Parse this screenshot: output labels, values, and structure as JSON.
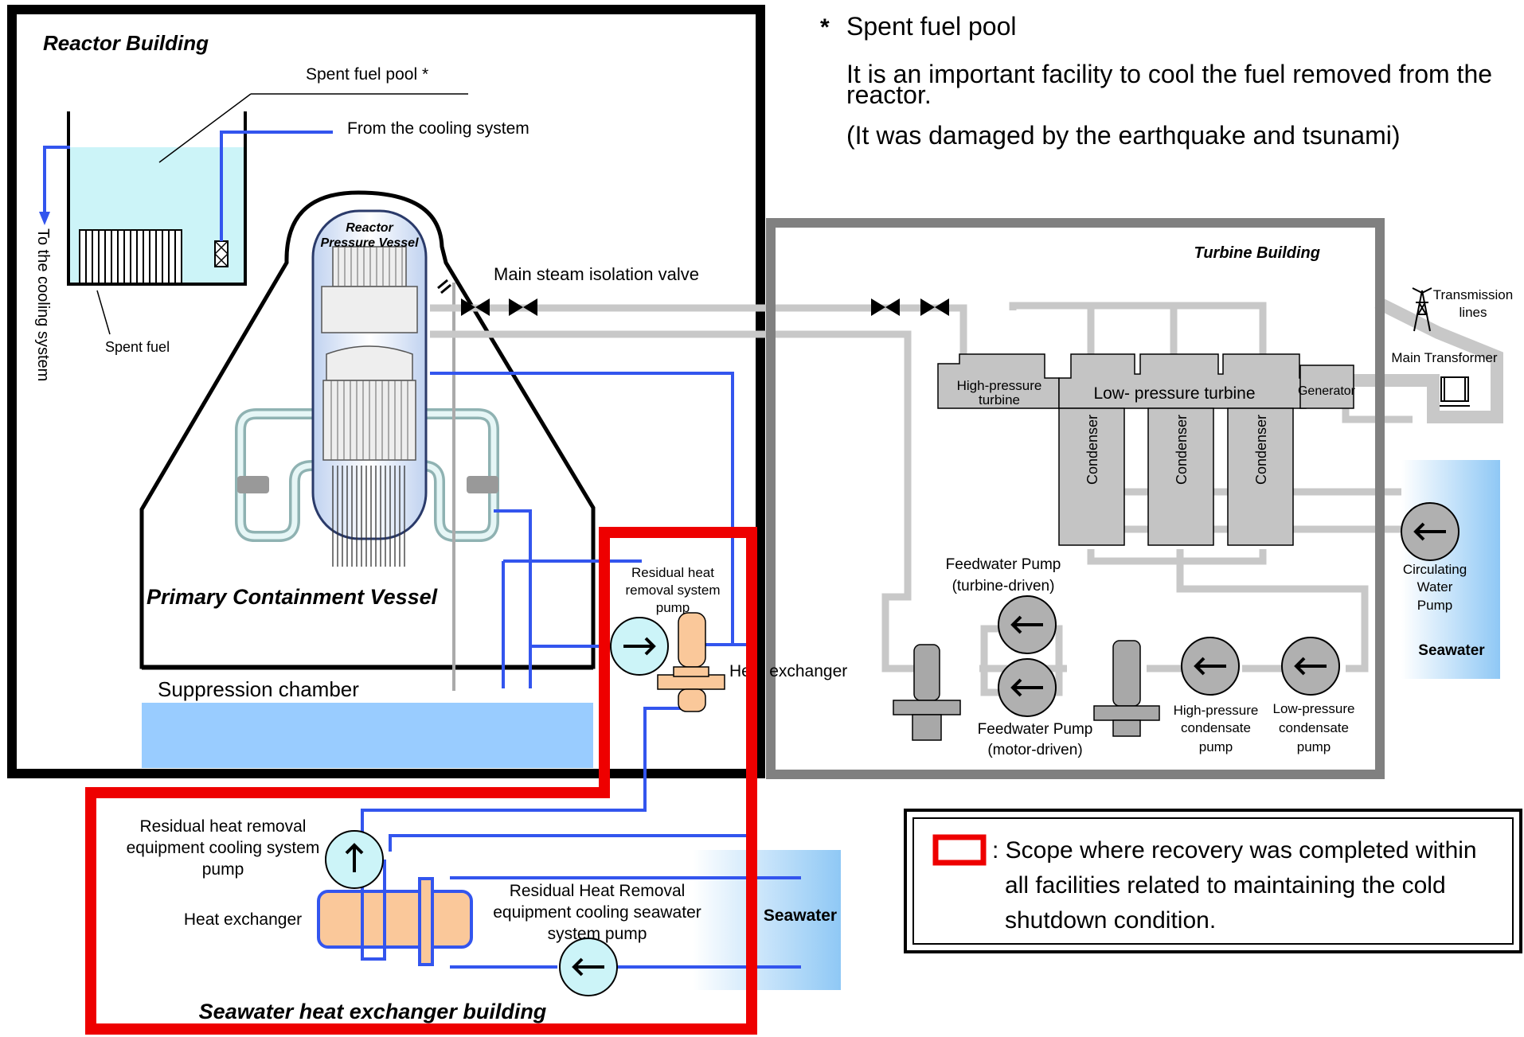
{
  "buildings": {
    "reactor_building": "Reactor Building",
    "turbine_building": "Turbine Building",
    "seawater_building": "Seawater heat exchanger building"
  },
  "spent_fuel": {
    "pool_label": "Spent fuel pool *",
    "fuel_label": "Spent fuel",
    "from_cooling": "From the cooling system",
    "to_cooling": "To the cooling system"
  },
  "reactor": {
    "rpv_line1": "Reactor",
    "rpv_line2": "Pressure Vessel",
    "pcv": "Primary Containment Vessel",
    "suppression": "Suppression chamber",
    "msiv": "Main steam isolation valve",
    "rhr_pump": [
      "Residual heat",
      "removal system",
      "pump"
    ],
    "heat_exchanger": "Heat exchanger"
  },
  "seawater_building_parts": {
    "cooling_pump": [
      "Residual heat removal",
      "equipment cooling system",
      "pump"
    ],
    "heat_exchanger": "Heat exchanger",
    "seawater_pump": [
      "Residual Heat Removal",
      "equipment cooling seawater",
      "system pump"
    ],
    "seawater": "Seawater"
  },
  "turbine": {
    "hp_turbine": [
      "High-pressure",
      "turbine"
    ],
    "lp_turbine": "Low- pressure turbine",
    "generator": "Generator",
    "condenser": "Condenser",
    "fw_turbine": [
      "Feedwater Pump",
      "(turbine-driven)"
    ],
    "fw_motor": [
      "Feedwater Pump",
      "(motor-driven)"
    ],
    "hp_condensate": [
      "High-pressure",
      "condensate",
      "pump"
    ],
    "lp_condensate": [
      "Low-pressure",
      "condensate",
      "pump"
    ],
    "circ_pump": [
      "Circulating",
      "Water",
      "Pump"
    ],
    "seawater": "Seawater",
    "transmission": [
      "Transmission",
      "lines"
    ],
    "main_transformer": "Main Transformer"
  },
  "note": {
    "star": "*",
    "title": "Spent fuel pool",
    "line1": "It is an important facility to cool the fuel removed from the",
    "line2": "reactor.",
    "line3": "(It was damaged by the earthquake and tsunami)"
  },
  "legend": {
    "text": [
      ": Scope where recovery was completed within",
      "all facilities related to maintaining the cold",
      "shutdown condition."
    ]
  },
  "colors": {
    "red_scope": "#ee0000",
    "pipe_blue": "#3355ee",
    "pipe_gray": "#c8c8c8",
    "pcv_text": "#1a8a7a",
    "seawater_text": "#1f3fd6",
    "water_fill": "#99ccff",
    "hx_fill": "#fac89a"
  }
}
